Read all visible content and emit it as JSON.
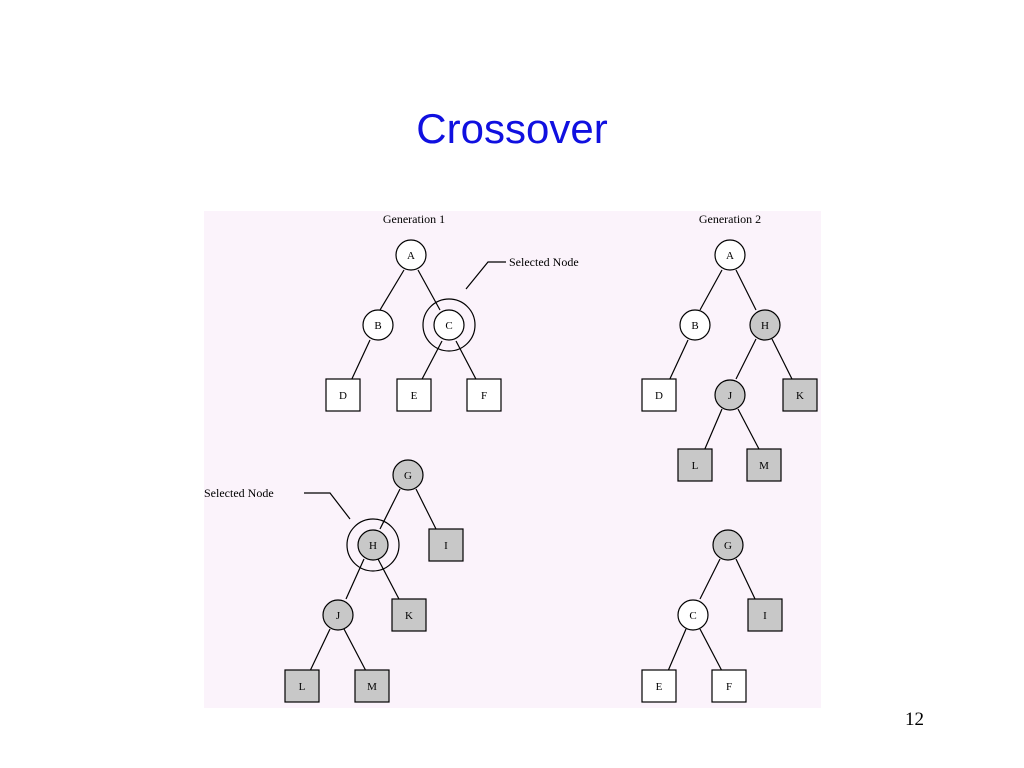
{
  "title": "Crossover",
  "page_number": "12",
  "figure": {
    "gen1_label": "Generation 1",
    "gen2_label": "Generation 2",
    "selected_label": "Selected Node",
    "parent1": {
      "A": "A",
      "B": "B",
      "C": "C",
      "D": "D",
      "E": "E",
      "F": "F"
    },
    "parent2": {
      "G": "G",
      "H": "H",
      "I": "I",
      "J": "J",
      "K": "K",
      "L": "L",
      "M": "M"
    },
    "child1": {
      "A": "A",
      "B": "B",
      "H": "H",
      "D": "D",
      "J": "J",
      "K": "K",
      "L": "L",
      "M": "M"
    },
    "child2": {
      "G": "G",
      "C": "C",
      "I": "I",
      "E": "E",
      "F": "F"
    },
    "colors": {
      "shaded": "#c8c8c8",
      "white": "#ffffff",
      "background": "#fbf3fb",
      "title": "#1010e0"
    }
  }
}
